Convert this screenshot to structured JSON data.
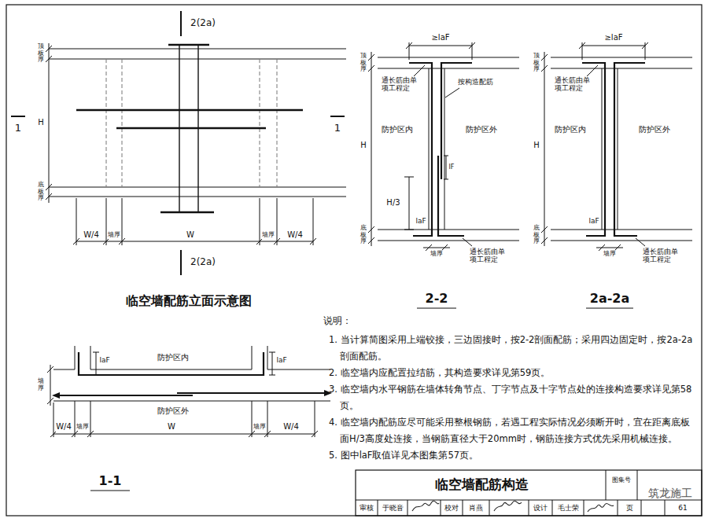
{
  "diagram": {
    "title": "临空墙配筋构造",
    "labels": [
      "2(2a)",
      "2(2a)",
      "1",
      "1",
      "顶板厚",
      "H",
      "底板厚",
      "W/4",
      "墙厚",
      "W",
      "墙厚",
      "W/4",
      "临空墙配筋立面示意图",
      "≥laF",
      "顶板厚",
      "通长筋由单项工程定",
      "按构造配筋",
      "H",
      "防护区内",
      "防护区外",
      "lF",
      "H/3",
      "底板厚",
      "laF",
      "墙厚",
      "通长筋由单项工程定",
      "2-2",
      "≥laF",
      "顶板厚",
      "通长筋由单项工程定",
      "H",
      "防护区内",
      "防护区外",
      "底板厚",
      "laF",
      "墙厚",
      "通长筋由单项工程定",
      "2a-2a",
      "laF",
      "laF",
      "防护区内",
      "墙厚",
      "防护区外",
      "W/4",
      "墙厚",
      "W",
      "墙厚",
      "W/4",
      "1-1",
      "说明：",
      "1. 当计算简图采用上端铰接，三边固接时，按2-2剖面配筋；采用四边固定时，按2a-2a剖面配筋。",
      "2. 临空墙内应配置拉结筋，其构造要求详见第59页。",
      "3. 临空墙内水平钢筋在墙体转角节点、丁字节点及十字节点处的连接构造要求详见第58页。",
      "4. 临空墙内配筋应尽可能采用整根钢筋，若遇工程实际情况必须断开时，宜在距离底板面H/3高度处连接，当钢筋直径大于20mm时，钢筋连接方式优先采用机械连接。",
      "5. 图中laF取值详见本图集第57页。",
      "图集号",
      "审核",
      "于晓音",
      "校对",
      "肖燕",
      "设计",
      "毛士荣",
      "页",
      "61",
      "筑龙施工"
    ]
  }
}
